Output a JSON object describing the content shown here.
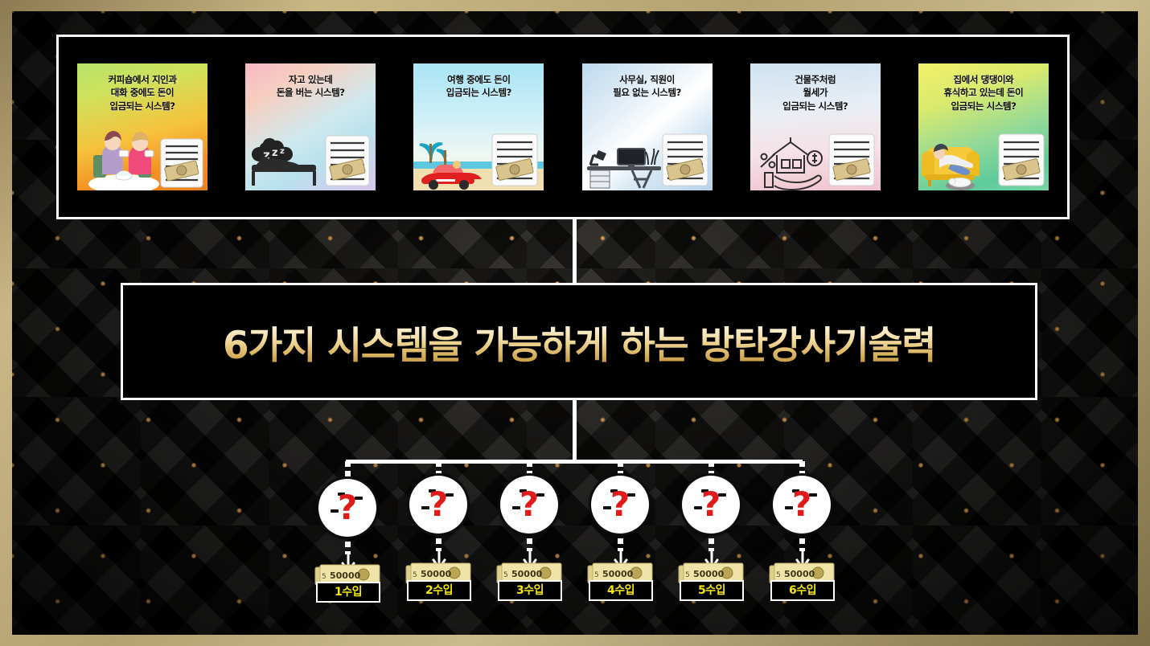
{
  "theme": {
    "frame_color": "#b5a271",
    "panel_color": "#0a0908",
    "stud_color": "#d6a056",
    "box_border": "#ffffff",
    "title_gold": "#e0bd6d",
    "income_text": "#f5e70a",
    "question_mark": "#e01b1b"
  },
  "cards": [
    {
      "id": "coffee-shop",
      "text": "커피숍에서 지인과\n대화 중에도 돈이\n입금되는 시스템?",
      "art": "two-women-at-cafe-table-with-money-document",
      "gradient": "g1"
    },
    {
      "id": "sleeping",
      "text": "자고 있는데\n돈을 버는 시스템?",
      "art": "person-sleeping-in-bed-with-zzz-and-money-document",
      "gradient": "g2"
    },
    {
      "id": "travel",
      "text": "여행 중에도 돈이\n입금되는 시스템?",
      "art": "red-car-on-beach-with-palm-trees-and-money-document",
      "gradient": "g3"
    },
    {
      "id": "no-office",
      "text": "사무실, 직원이\n필요 없는 시스템?",
      "art": "desk-with-monitor-lamp-and-money-document",
      "gradient": "g4"
    },
    {
      "id": "landlord",
      "text": "건물주처럼\n월세가\n입금되는 시스템?",
      "art": "hand-holding-house-with-percent-and-dollar-and-money-document",
      "gradient": "g5"
    },
    {
      "id": "home-with-dog",
      "text": "집에서 댕댕이와\n휴식하고 있는데 돈이\n입금되는 시스템?",
      "art": "person-relaxing-on-yellow-sofa-with-dog-and-money-document",
      "gradient": "g6"
    }
  ],
  "title": {
    "text": "6가지 시스템을 가능하게 하는 방탄강사기술력"
  },
  "nodes": [
    {
      "icon": "question-mark",
      "symbol": "?",
      "note": "50000",
      "income": "1수입"
    },
    {
      "icon": "question-mark",
      "symbol": "?",
      "note": "50000",
      "income": "2수입"
    },
    {
      "icon": "question-mark",
      "symbol": "?",
      "note": "50000",
      "income": "3수입"
    },
    {
      "icon": "question-mark",
      "symbol": "?",
      "note": "50000",
      "income": "4수입"
    },
    {
      "icon": "question-mark",
      "symbol": "?",
      "note": "50000",
      "income": "5수입"
    },
    {
      "icon": "question-mark",
      "symbol": "?",
      "note": "50000",
      "income": "6수입"
    }
  ]
}
